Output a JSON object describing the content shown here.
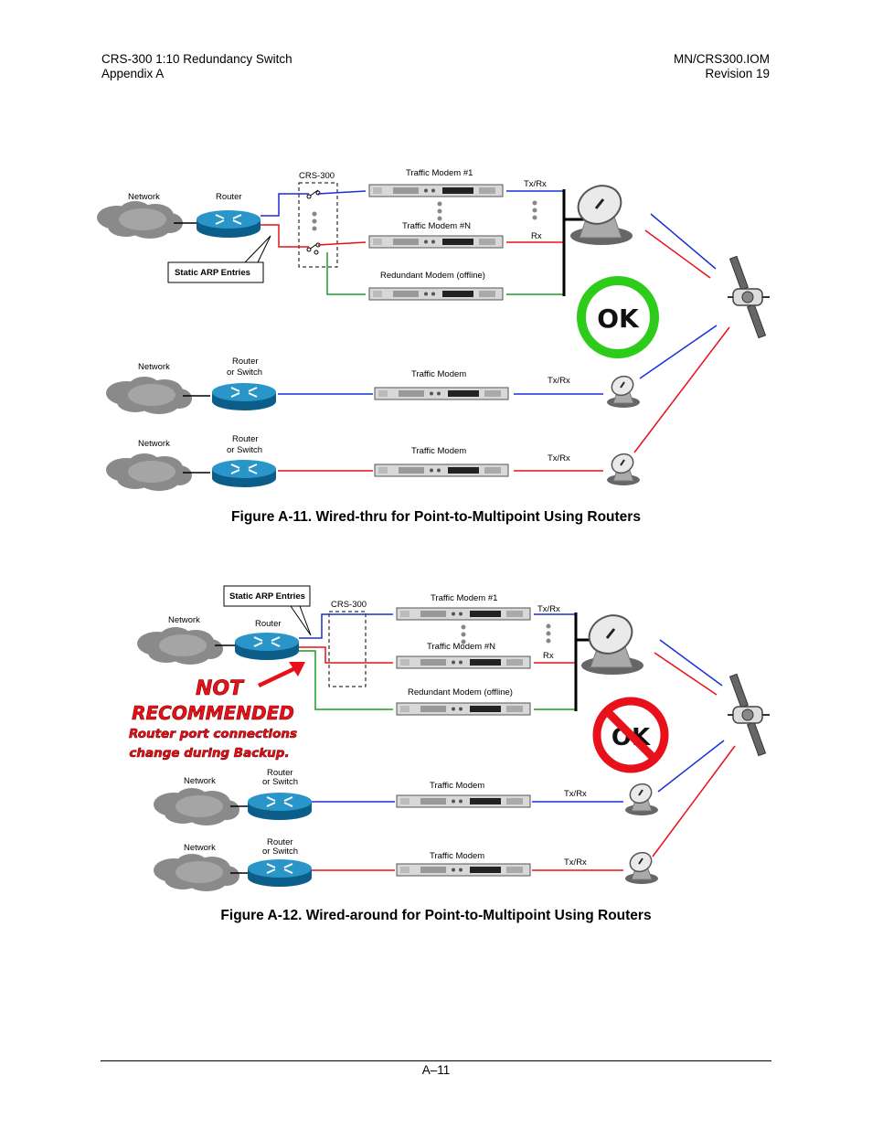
{
  "header": {
    "left_line1": "CRS-300 1:10 Redundancy Switch",
    "left_line2": "Appendix A",
    "right_line1": "MN/CRS300.IOM",
    "right_line2": "Revision 19"
  },
  "figure1": {
    "caption": "Figure A-11. Wired-thru for Point-to-Multipoint Using Routers",
    "crs_label": "CRS-300",
    "network_label": "Network",
    "router_label": "Router",
    "router_switch_label_1": "Router",
    "router_switch_label_2": "or Switch",
    "arp_label": "Static ARP Entries",
    "modem1_label": "Traffic Modem #1",
    "modemN_label": "Traffic Modem #N",
    "redundant_label": "Redundant Modem (offline)",
    "traffic_modem_label": "Traffic Modem",
    "txrx_label": "Tx/Rx",
    "rx_label": "Rx",
    "ok_label": "OK"
  },
  "figure2": {
    "caption": "Figure A-12. Wired-around for Point-to-Multipoint Using Routers",
    "crs_label": "CRS-300",
    "network_label": "Network",
    "router_label": "Router",
    "router_switch_label_1": "Router",
    "router_switch_label_2": "or Switch",
    "arp_label": "Static ARP Entries",
    "modem1_label": "Traffic Modem #1",
    "modemN_label": "Traffic Modem #N",
    "redundant_label": "Redundant Modem (offline)",
    "traffic_modem_label": "Traffic Modem",
    "txrx_label": "Tx/Rx",
    "rx_label": "Rx",
    "ok_label": "OK",
    "warning_line1": "NOT",
    "warning_line2": "RECOMMENDED",
    "warning_line3": "Router port connections",
    "warning_line4": "change during Backup."
  },
  "footer": {
    "page_number": "A–11"
  },
  "colors": {
    "tx": "#1a2fd8",
    "rx": "#e8101a",
    "backup": "#1f9a2a",
    "ok": "#2ecc1a",
    "prohibited": "#e8101a"
  }
}
